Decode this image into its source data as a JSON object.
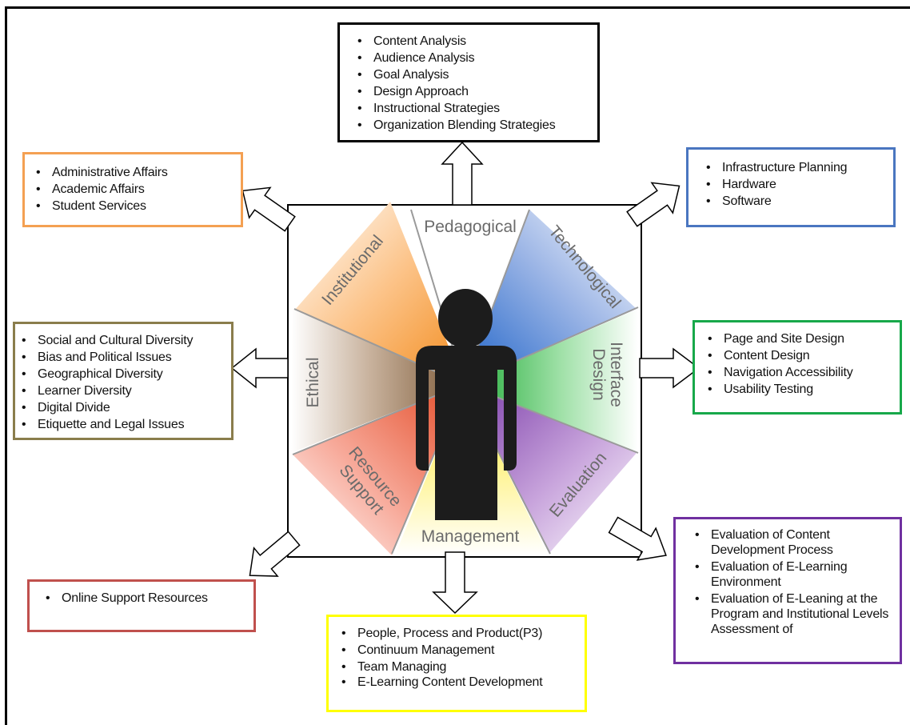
{
  "center": {
    "dimensions": [
      {
        "id": "pedagogical",
        "label": "Pedagogical"
      },
      {
        "id": "technological",
        "label": "Technological"
      },
      {
        "id": "interface",
        "line1": "Interface",
        "line2": "Design"
      },
      {
        "id": "evaluation",
        "label": "Evaluation"
      },
      {
        "id": "management",
        "label": "Management"
      },
      {
        "id": "resource",
        "line1": "Resource",
        "line2": "Support"
      },
      {
        "id": "ethical",
        "label": "Ethical"
      },
      {
        "id": "institutional",
        "label": "Institutional"
      }
    ],
    "icon": "person-icon"
  },
  "boxes": {
    "pedagogical": {
      "color": "#000000",
      "items": [
        "Content Analysis",
        "Audience Analysis",
        "Goal Analysis",
        "Design Approach",
        "Instructional Strategies",
        "Organization Blending Strategies"
      ]
    },
    "institutional": {
      "color": "#f4a052",
      "items": [
        "Administrative Affairs",
        " Academic Affairs",
        "Student Services"
      ]
    },
    "technological": {
      "color": "#4a76c0",
      "items": [
        "Infrastructure Planning",
        "Hardware",
        "Software"
      ]
    },
    "ethical": {
      "color": "#8a7d4c",
      "items": [
        "Social and Cultural Diversity",
        "Bias and Political Issues",
        "Geographical Diversity",
        "Learner Diversity",
        "Digital Divide",
        "Etiquette and Legal Issues"
      ]
    },
    "interface": {
      "color": "#17a84a",
      "items": [
        "Page and Site Design",
        "Content Design",
        "Navigation Accessibility",
        "Usability Testing"
      ]
    },
    "evaluation": {
      "color": "#7030a0",
      "items": [
        "Evaluation of Content Development Process",
        "Evaluation of E-Learning Environment",
        "Evaluation of E-Leaning at the Program and Institutional Levels Assessment of"
      ]
    },
    "resource": {
      "color": "#c0504d",
      "items": [
        "Online Support Resources"
      ]
    },
    "management": {
      "color": "#ffff00",
      "items": [
        "People, Process and Product(P3)",
        "Continuum Management",
        "Team Managing",
        " E-Learning Content Development"
      ]
    }
  }
}
